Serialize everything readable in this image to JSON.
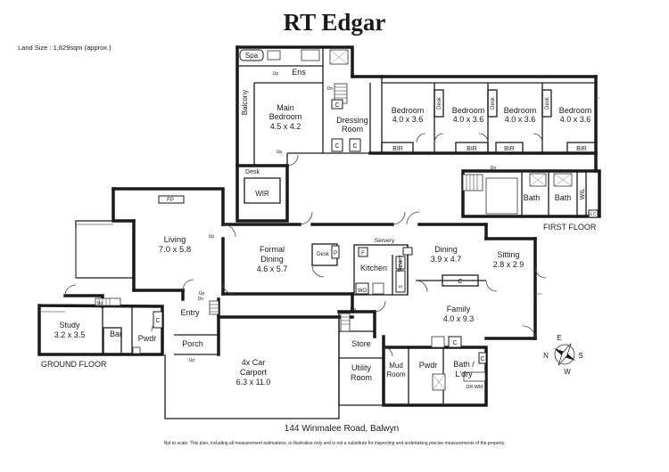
{
  "header": {
    "title": "RT Edgar",
    "land_size": "Land Size : 1,629sqm (approx.)"
  },
  "floors": {
    "first": "FIRST FLOOR",
    "ground": "GROUND FLOOR"
  },
  "rooms": {
    "spa": "Spa",
    "ens": "Ens",
    "balcony": "Balcony",
    "main_bedroom": {
      "name1": "Main",
      "name2": "Bedroom",
      "dims": "4.5 x 4.2"
    },
    "dressing": {
      "name1": "Dressing",
      "name2": "Room"
    },
    "bedroom1": {
      "name": "Bedroom",
      "dims": "4.0 x 3.6"
    },
    "bedroom2": {
      "name": "Bedroom",
      "dims": "4.0 x 3.6"
    },
    "bedroom3": {
      "name": "Bedroom",
      "dims": "4.0 x 3.6"
    },
    "bedroom4": {
      "name": "Bedroom",
      "dims": "4.0 x 3.6"
    },
    "desk": "Desk",
    "bir": "BIR",
    "wir": "WIR",
    "bath": "Bath",
    "wil": "WIL",
    "lc": "LC",
    "living": {
      "name": "Living",
      "dims": "7.0 x 5.8"
    },
    "fp": "FP",
    "formal_dining": {
      "name1": "Formal",
      "name2": "Dining",
      "dims": "4.6 x 5.7"
    },
    "servery": "Servery",
    "kitchen": "Kitchen",
    "wo": "WO",
    "dining": {
      "name": "Dining",
      "dims": "3.9 x 4.7"
    },
    "sitting": {
      "name": "Sitting",
      "dims": "2.8 x 2.9"
    },
    "family": {
      "name": "Family",
      "dims": "4.0 x 9.3"
    },
    "study": {
      "name": "Study",
      "dims": "3.2 x 3.5"
    },
    "bar": "Bar",
    "pwdr": "Pwdr",
    "entry": "Entry",
    "porch": "Porch",
    "carport": {
      "name1": "4x Car",
      "name2": "Carport",
      "dims": "6.3 x 11.0"
    },
    "store": "Store",
    "utility": {
      "name1": "Utility",
      "name2": "Room"
    },
    "mud": {
      "name1": "Mud",
      "name2": "Room"
    },
    "bath_ldry": {
      "name1": "Bath /",
      "name2": "L'dry"
    },
    "drwm": "DR WM"
  },
  "fixtures": {
    "c": "C",
    "p": "P",
    "f": "F",
    "dw": "DW",
    "s": "S",
    "up": "Up",
    "dn": "Dn"
  },
  "compass": {
    "n": "N",
    "e": "E",
    "s": "S",
    "w": "W"
  },
  "address": "144 Winmalee Road, Balwyn",
  "disclaimer": "Not to scale: This plan, including all measurement estimations, is illustrative only and is not a substitute for inspecting and undertaking precise measurements of the property."
}
